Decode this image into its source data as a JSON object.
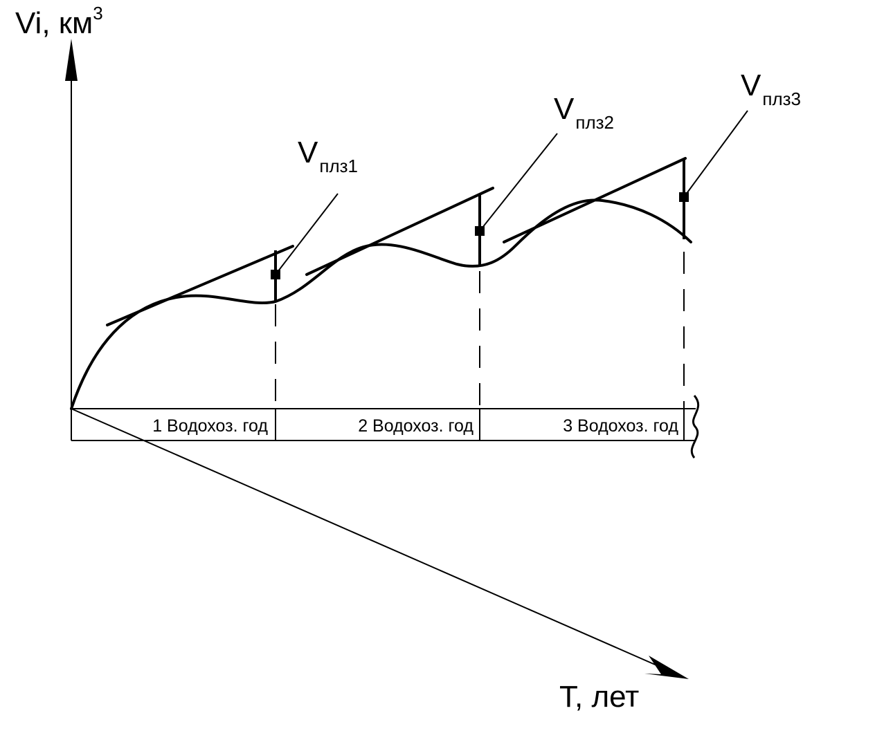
{
  "axes": {
    "y_label_main": "Vi, км",
    "y_label_sup": "3",
    "x_label": "T, лет"
  },
  "years": [
    {
      "label": "1 Водохоз. год"
    },
    {
      "label": "2 Водохоз. год"
    },
    {
      "label": "3 Водохоз. год"
    }
  ],
  "callouts": [
    {
      "main": "V",
      "sub": "плз1"
    },
    {
      "main": "V",
      "sub": "плз2"
    },
    {
      "main": "V",
      "sub": "плз3"
    }
  ],
  "colors": {
    "line": "#000000",
    "background": "#ffffff"
  }
}
